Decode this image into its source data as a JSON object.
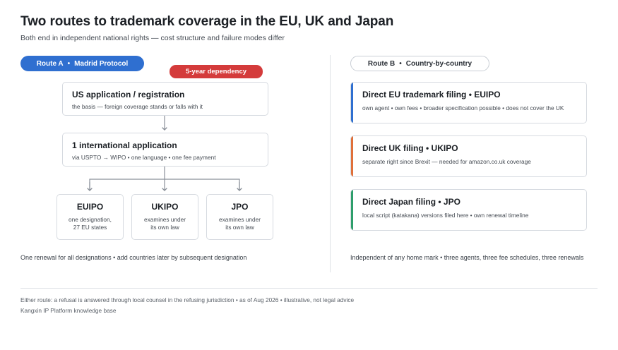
{
  "header": {
    "title": "Two routes to trademark coverage in the EU, UK and Japan",
    "subtitle": "Both end in independent national rights — cost structure and failure modes differ"
  },
  "route_a": {
    "pill_label": "Route A",
    "pill_detail": "Madrid Protocol",
    "dependency_badge": "5-year dependency",
    "home": {
      "title": "US application / registration",
      "detail": "the basis — foreign coverage stands or falls with it"
    },
    "international": {
      "title": "1 international application",
      "detail": "via USPTO → WIPO  •  one language  •  one fee payment"
    },
    "designations": [
      {
        "office": "EUIPO",
        "line1": "one designation,",
        "line2": "27 EU states"
      },
      {
        "office": "UKIPO",
        "line1": "examines under",
        "line2": "its own law"
      },
      {
        "office": "JPO",
        "line1": "examines under",
        "line2": "its own law"
      }
    ],
    "note": "One renewal for all designations  •  add countries later by subsequent designation"
  },
  "route_b": {
    "pill_label": "Route B",
    "pill_detail": "Country-by-country",
    "filings": [
      {
        "title": "Direct EU trademark filing  •  EUIPO",
        "detail": "own agent  •  own fees  •  broader specification possible  •  does not cover the UK",
        "color": "#2f6fd0"
      },
      {
        "title": "Direct UK filing  •  UKIPO",
        "detail": "separate right since Brexit — needed for amazon.co.uk coverage",
        "color": "#e0703a"
      },
      {
        "title": "Direct Japan filing  •  JPO",
        "detail": "local script (katakana) versions filed here  •  own renewal timeline",
        "color": "#2e9e6b"
      }
    ],
    "note": "Independent of any home mark  •  three agents, three fee schedules, three renewals"
  },
  "footer": {
    "line1": "Either route: a refusal is answered through local counsel in the refusing jurisdiction  •  as of Aug 2026  •  illustrative, not legal advice",
    "line2": "Kangxin IP Platform knowledge base"
  },
  "colors": {
    "route_a": "#2f6fd0",
    "dependency": "#d43b3b",
    "connector": "#8a9099"
  }
}
